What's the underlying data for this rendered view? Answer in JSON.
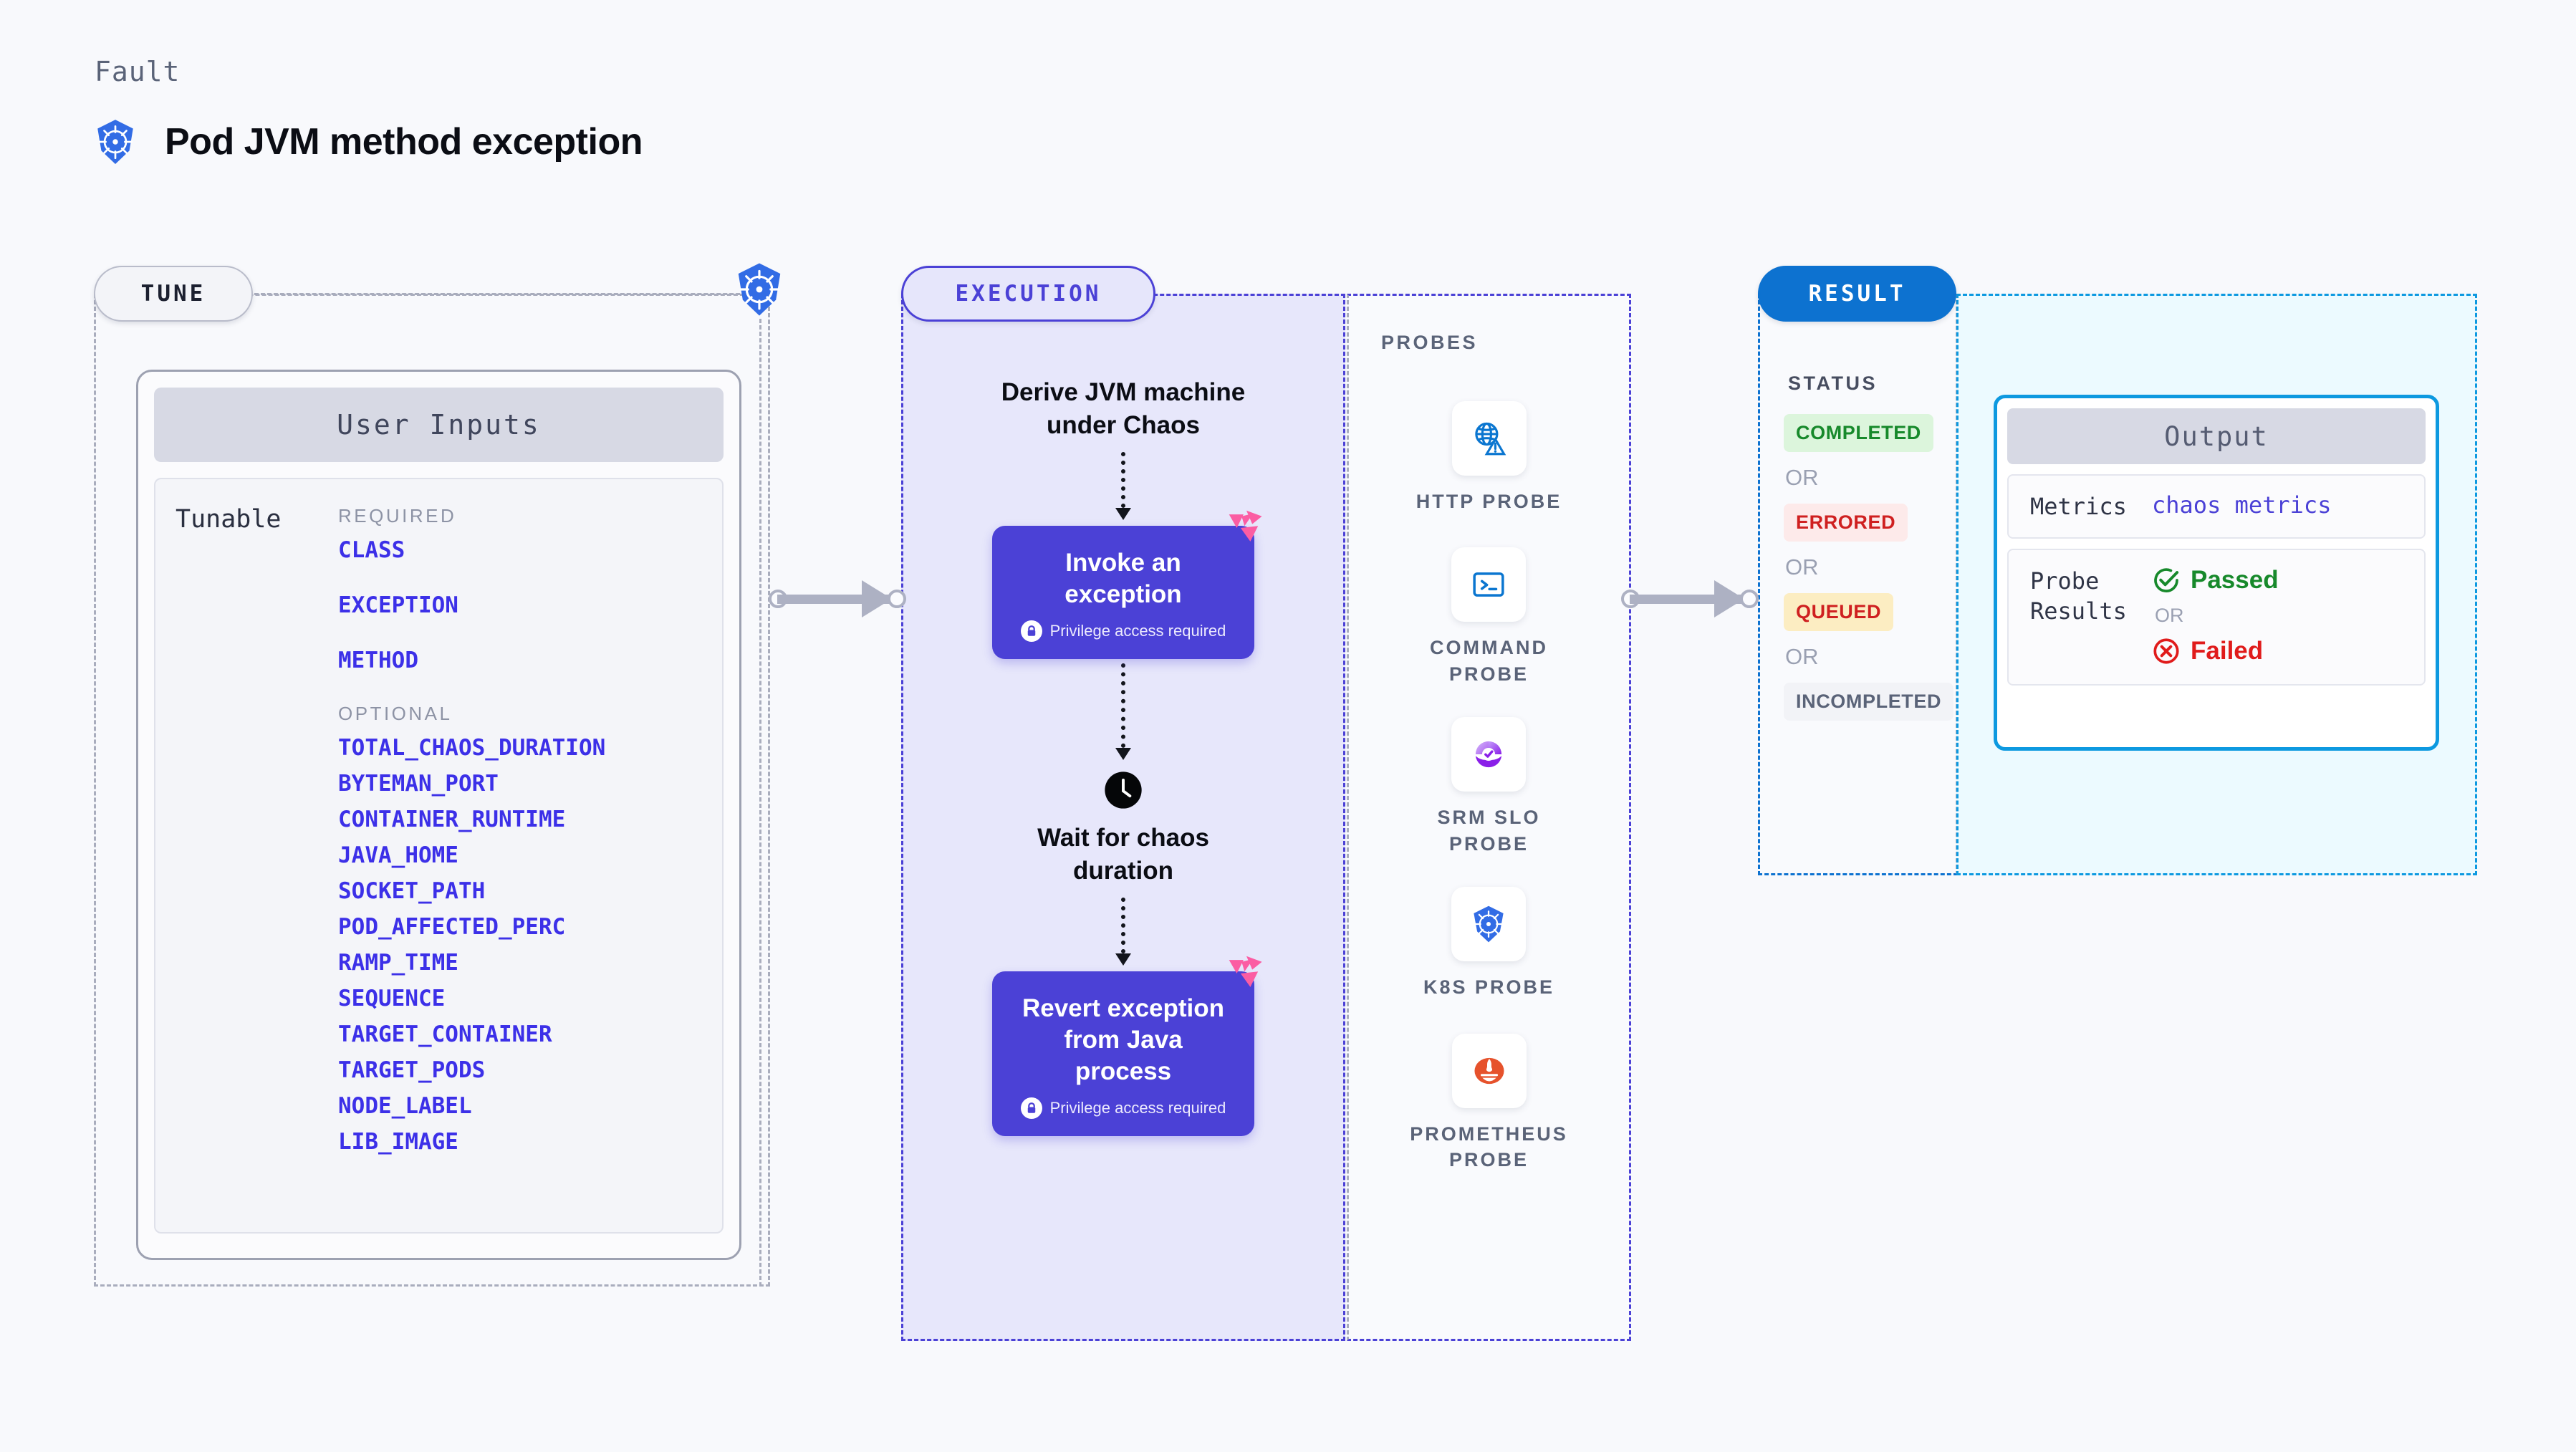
{
  "header": {
    "kicker": "Fault",
    "title": "Pod JVM method exception",
    "icon": "kubernetes-icon"
  },
  "colors": {
    "background": "#f8f9fc",
    "tune_accent": "#a9adbd",
    "execution_accent": "#4b41d6",
    "result_accent": "#0d72d0",
    "output_accent": "#0d99e0",
    "param_link": "#3c30e8",
    "litmus_pink": "#fb5da3"
  },
  "tune": {
    "pill_label": "TUNE",
    "node_icon": "kubernetes-icon",
    "card": {
      "header": "User Inputs",
      "side_label": "Tunable",
      "groups": [
        {
          "label": "REQUIRED",
          "params": [
            "CLASS",
            "EXCEPTION",
            "METHOD"
          ]
        },
        {
          "label": "OPTIONAL",
          "params": [
            "TOTAL_CHAOS_DURATION",
            "BYTEMAN_PORT",
            "CONTAINER_RUNTIME",
            "JAVA_HOME",
            "SOCKET_PATH",
            "POD_AFFECTED_PERC",
            "RAMP_TIME",
            "SEQUENCE",
            "TARGET_CONTAINER",
            "TARGET_PODS",
            "NODE_LABEL",
            "LIB_IMAGE"
          ]
        }
      ]
    }
  },
  "execution": {
    "pill_label": "EXECUTION",
    "steps": [
      {
        "kind": "text",
        "label": "Derive JVM machine\nunder Chaos"
      },
      {
        "kind": "card",
        "title": "Invoke an exception",
        "sub": "Privilege access required",
        "badge": "litmus-icon",
        "lock": "lock-icon"
      },
      {
        "kind": "clock",
        "icon": "clock-icon",
        "label": "Wait for chaos\nduration"
      },
      {
        "kind": "card",
        "title": "Revert exception\nfrom Java process",
        "sub": "Privilege access required",
        "badge": "litmus-icon",
        "lock": "lock-icon"
      }
    ]
  },
  "probes": {
    "label": "PROBES",
    "items": [
      {
        "name": "HTTP  PROBE",
        "icon": "globe-warning-icon"
      },
      {
        "name": "COMMAND\nPROBE",
        "icon": "terminal-icon"
      },
      {
        "name": "SRM  SLO\nPROBE",
        "icon": "srm-slo-gauge-icon"
      },
      {
        "name": "K8S  PROBE",
        "icon": "kubernetes-icon"
      },
      {
        "name": "PROMETHEUS\nPROBE",
        "icon": "prometheus-icon"
      }
    ]
  },
  "result": {
    "pill_label": "RESULT",
    "status_label": "STATUS",
    "or_label": "OR",
    "statuses": [
      {
        "label": "COMPLETED",
        "bg": "#dcf5dc",
        "fg": "#17892b"
      },
      {
        "label": "ERRORED",
        "bg": "#fdeaea",
        "fg": "#cf2020"
      },
      {
        "label": "QUEUED",
        "bg": "#fcedc2",
        "fg": "#cf2020"
      },
      {
        "label": "INCOMPLETED",
        "bg": "#f2f3f7",
        "fg": "#5a6378"
      }
    ],
    "output": {
      "header": "Output",
      "metrics_label": "Metrics",
      "metrics_value": "chaos metrics",
      "probe_results_label": "Probe\nResults",
      "passed_label": "Passed",
      "failed_label": "Failed",
      "or_label": "OR",
      "passed_icon": "check-circle-icon",
      "failed_icon": "x-circle-icon"
    }
  }
}
